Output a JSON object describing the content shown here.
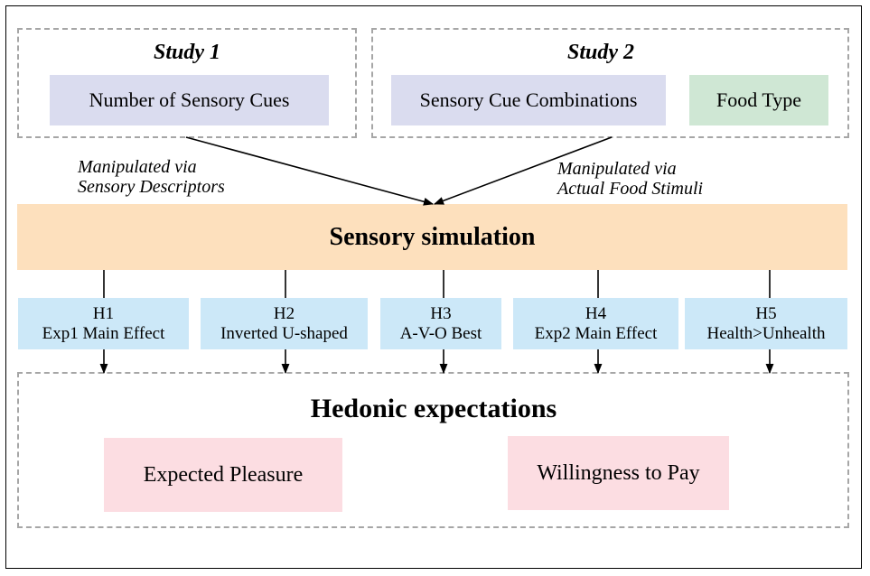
{
  "study1": {
    "title": "Study 1",
    "factor": "Number of Sensory Cues",
    "manipulation_line1": "Manipulated via",
    "manipulation_line2": "Sensory Descriptors"
  },
  "study2": {
    "title": "Study 2",
    "factor": "Sensory Cue Combinations",
    "factor2": "Food Type",
    "manipulation_line1": "Manipulated via",
    "manipulation_line2": "Actual Food Stimuli"
  },
  "mediator": {
    "label": "Sensory simulation"
  },
  "hypotheses": [
    {
      "id": "H1",
      "label": "Exp1 Main Effect"
    },
    {
      "id": "H2",
      "label": "Inverted U-shaped"
    },
    {
      "id": "H3",
      "label": "A-V-O Best"
    },
    {
      "id": "H4",
      "label": "Exp2 Main Effect"
    },
    {
      "id": "H5",
      "label": "Health>Unhealth"
    }
  ],
  "outcome": {
    "title": "Hedonic expectations",
    "measures": [
      "Expected Pleasure",
      "Willingness to Pay"
    ]
  },
  "colors": {
    "factor_fill": "#dadcef",
    "food_type_fill": "#cfe7d4",
    "mediator_fill": "#fde0bd",
    "hypothesis_fill": "#cce8f8",
    "outcome_fill": "#fcdde2",
    "dashed_border": "#a6a6a6"
  }
}
